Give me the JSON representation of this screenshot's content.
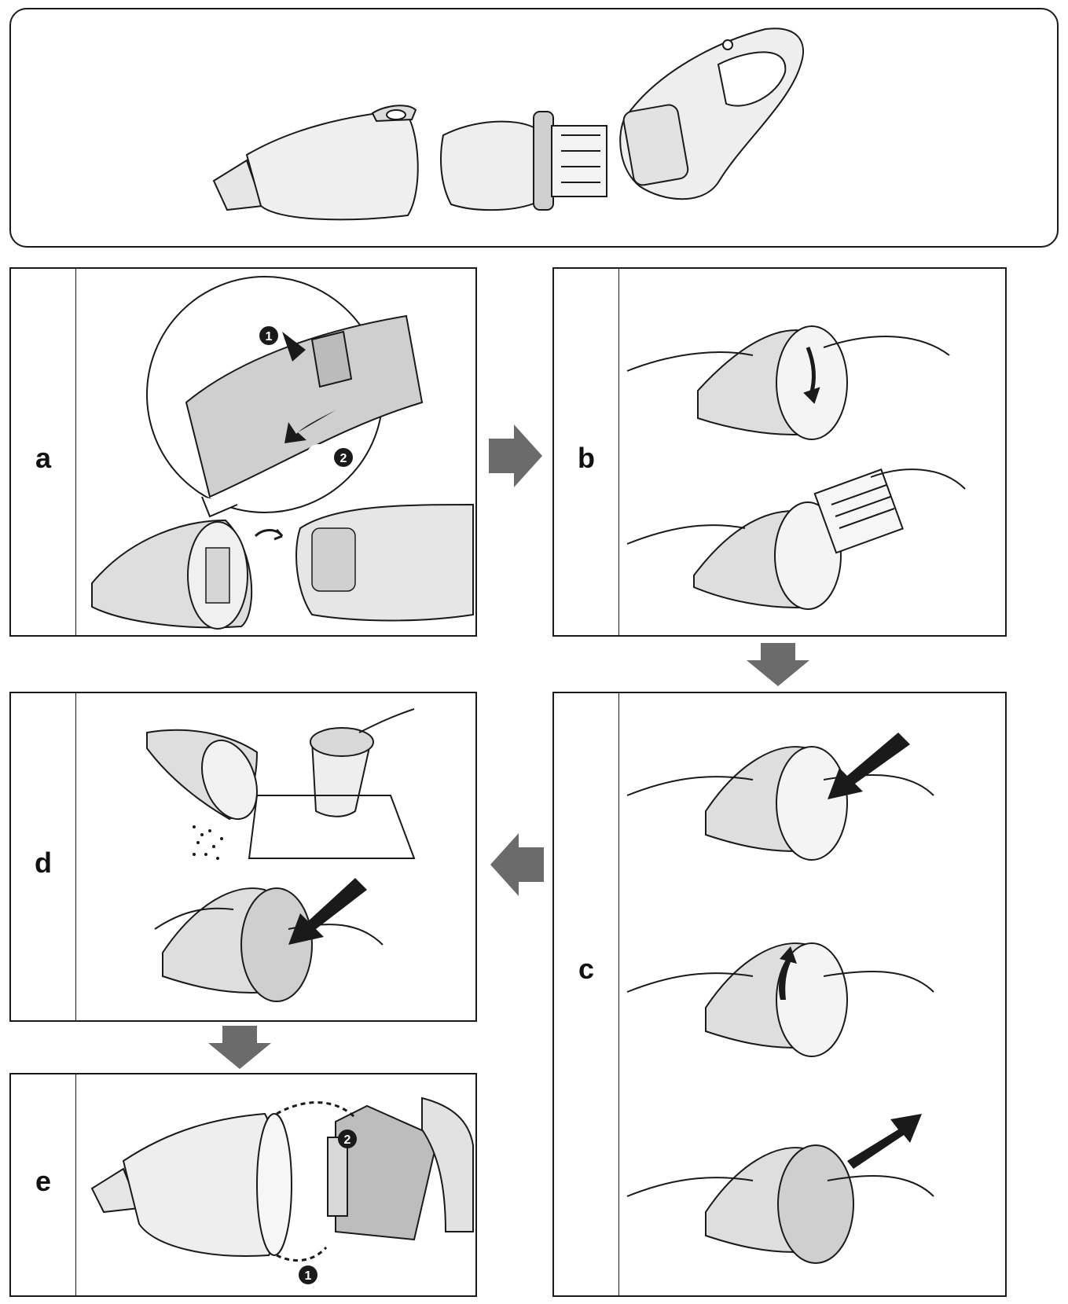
{
  "steps": [
    {
      "id": "a",
      "label": "a"
    },
    {
      "id": "b",
      "label": "b"
    },
    {
      "id": "c",
      "label": "c"
    },
    {
      "id": "d",
      "label": "d"
    },
    {
      "id": "e",
      "label": "e"
    }
  ],
  "callouts": {
    "a_one": "1",
    "a_two": "2",
    "e_one": "1",
    "e_two": "2"
  },
  "colors": {
    "line": "#1a1a1a",
    "fill": "#dedede",
    "fill_dark": "#9a9a9a",
    "flow_arrow": "#6b6b6b"
  }
}
